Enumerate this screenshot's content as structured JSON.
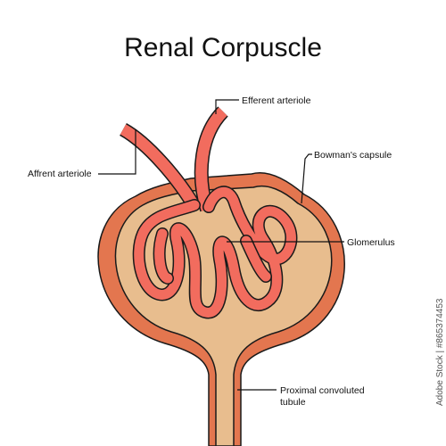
{
  "title": "Renal Corpuscle",
  "labels": {
    "efferent": "Efferent arteriole",
    "afferent": "Affrent arteriole",
    "bowman": "Bowman's capsule",
    "glomerulus": "Glomerulus",
    "pct_line1": "Proximal convoluted",
    "pct_line2": "tubule"
  },
  "watermark": "Adobe Stock | #865374453",
  "colors": {
    "vessel": "#f26c5e",
    "capsule_fill": "#e8bd8e",
    "capsule_wall": "#e3764f",
    "outline": "#1a1a1a"
  }
}
